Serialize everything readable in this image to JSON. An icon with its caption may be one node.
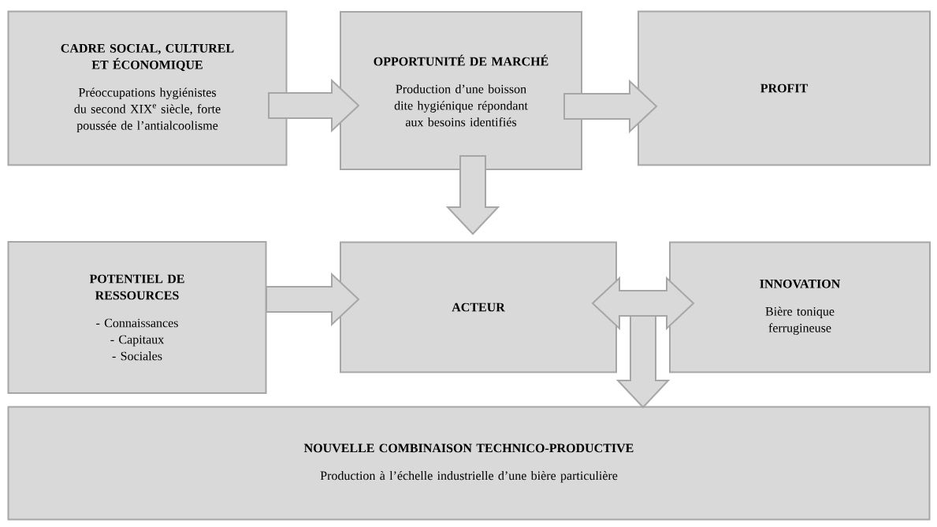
{
  "diagram": {
    "nodes": [
      {
        "text": [
          "CADRE SOCIAL, CULTUREL ET ÉCONOMIQUE",
          "Préoccupations hygiénistes du second XIX$^{e}$ siècle, forte poussée de l’antialcoolisme"
        ]
      },
      {
        "text": [
          "OPPORTUNITÉ DE MARCHÉ",
          "Production d’une boisson dite hygiénique répondant aux besoins identifiés"
        ]
      },
      {
        "text": [
          "PROFIT"
        ]
      },
      {
        "text": [
          "POTENTIEL DE RESSOURCES",
          "- Connaissances",
          "- Capitaux",
          "- Sociales"
        ]
      },
      {
        "text": [
          "ACTEUR"
        ]
      },
      {
        "text": [
          "INNOVATION",
          "Bière tonique ferrugineuse"
        ]
      },
      {
        "text": [
          "NOUVELLE COMBINAISON TECHNICO-PRODUCTIVE",
          "Production à l’échelle industrielle d’une bière particulière"
        ]
      }
    ],
    "edges": [
      {
        "from": 0,
        "to": 1,
        "arrow": "to"
      },
      {
        "from": 1,
        "to": 2,
        "arrow": "to"
      },
      {
        "from": 1,
        "to": 4,
        "arrow": "to"
      },
      {
        "from": 3,
        "to": 4,
        "arrow": "to"
      },
      {
        "from": 4,
        "to": 5,
        "arrow": "both"
      },
      {
        "from": 4,
        "to": 6,
        "arrow": "to"
      },
      {
        "from": 5,
        "to": 6,
        "arrow": "to"
      }
    ]
  }
}
